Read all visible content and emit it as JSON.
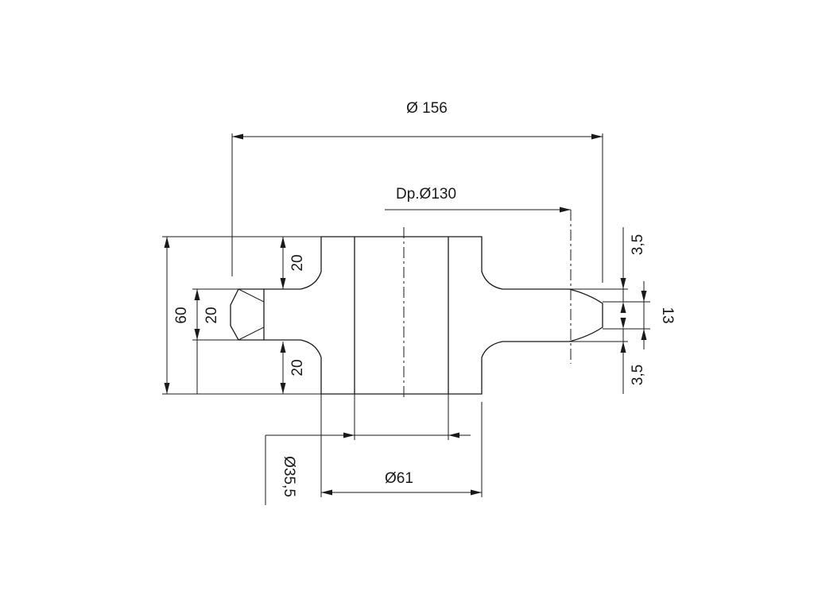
{
  "dimensions": {
    "outer_diameter": "Ø 156",
    "pitch_diameter": "Dp.Ø130",
    "total_height": "60",
    "hub_upper_height": "20",
    "hub_lower_height": "20",
    "tooth_width": "20",
    "tooth_tip_width": "13",
    "tooth_chamfer_top": "3,5",
    "tooth_chamfer_bottom": "3,5",
    "bore_diameter": "Ø35,5",
    "hub_diameter": "Ø61"
  }
}
